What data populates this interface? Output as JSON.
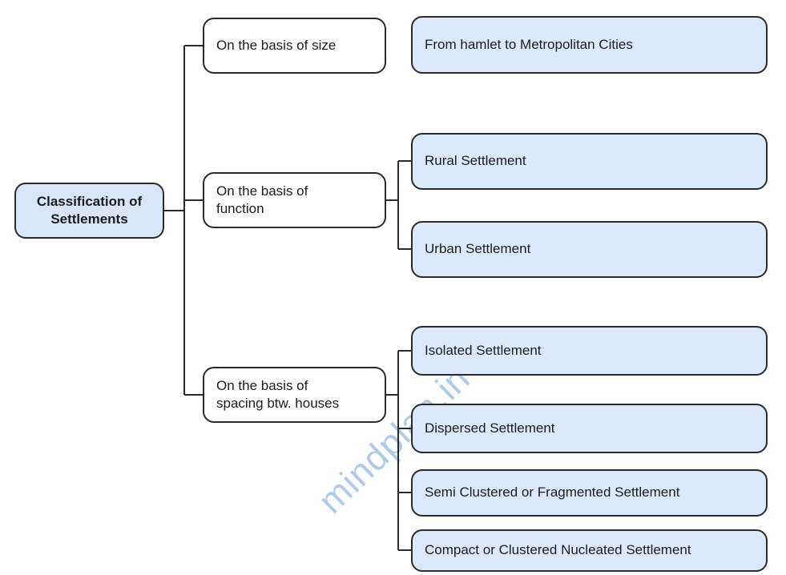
{
  "root": {
    "label": "Classification of\nSettlements"
  },
  "branches": [
    {
      "label": "On the basis of size",
      "children": [
        "From hamlet to Metropolitan Cities"
      ]
    },
    {
      "label": "On the basis of\nfunction",
      "children": [
        "Rural Settlement",
        "Urban Settlement"
      ]
    },
    {
      "label": "On the basis of\nspacing btw. houses",
      "children": [
        "Isolated Settlement",
        "Dispersed Settlement",
        "Semi Clustered or Fragmented Settlement",
        "Compact or Clustered Nucleated Settlement"
      ]
    }
  ],
  "watermark": "mindplan.in",
  "colors": {
    "leaf_fill": "#dce8fb",
    "root_fill": "#d9e6fa",
    "branch_fill": "#ffffff",
    "border": "#2b2b2b",
    "connector": "#2b2b2b",
    "text": "#1c1c1c",
    "watermark": "#9dbde8"
  }
}
